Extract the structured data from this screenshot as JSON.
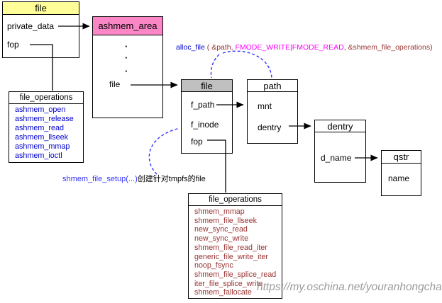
{
  "colors": {
    "yellow_header": "#ffff99",
    "pink_header": "#fa86c6",
    "gray_header": "#c0c0c0",
    "blue_text": "#0000cc",
    "dark_red_text": "#993333",
    "magenta_text": "#ff00ff",
    "annotation_blue": "#3333ff",
    "watermark_gray": "#9b9b9b"
  },
  "boxes": {
    "file_top": {
      "title": "file",
      "fields": [
        "private_data",
        "fop"
      ]
    },
    "ashmem_area": {
      "title": "ashmem_area",
      "dots": [
        "·",
        "·",
        "·"
      ],
      "fields": [
        "file"
      ]
    },
    "file_operations_left": {
      "title": "file_operations",
      "items": [
        "ashmem_open",
        "ashmem_release",
        "ashmem_read",
        "ashmem_llseek",
        "ashmem_mmap",
        "ashmem_ioctl"
      ]
    },
    "file_mid": {
      "title": "file",
      "fields": [
        "f_path",
        "f_inode",
        "fop"
      ]
    },
    "path": {
      "title": "path",
      "fields": [
        "mnt",
        "dentry"
      ]
    },
    "dentry": {
      "title": "dentry",
      "fields": [
        "d_name"
      ]
    },
    "qstr": {
      "title": "qstr",
      "fields": [
        "name"
      ]
    },
    "file_operations_bottom": {
      "title": "file_operations",
      "items": [
        "shmem_mmap",
        "shmem_file_llseek",
        "new_sync_read",
        "new_sync_write",
        "shmem_file_read_iter",
        "generic_file_write_iter",
        "noop_fsync",
        "shmem_file_splice_read",
        "iter_file_splice_write",
        "shmem_fallocate"
      ]
    }
  },
  "annotations": {
    "alloc_file_call": {
      "fn": "alloc_file",
      "pre": " ( &path, ",
      "flags": "FMODE_WRITE|FMODE_READ",
      "post": ", &shmem_file_operations)"
    },
    "shmem_note": {
      "fn": "shmem_file_setup(...)",
      "desc": "创建针对tmpfs的file"
    }
  },
  "watermark": "https://my.oschina.net/youranhongcha"
}
